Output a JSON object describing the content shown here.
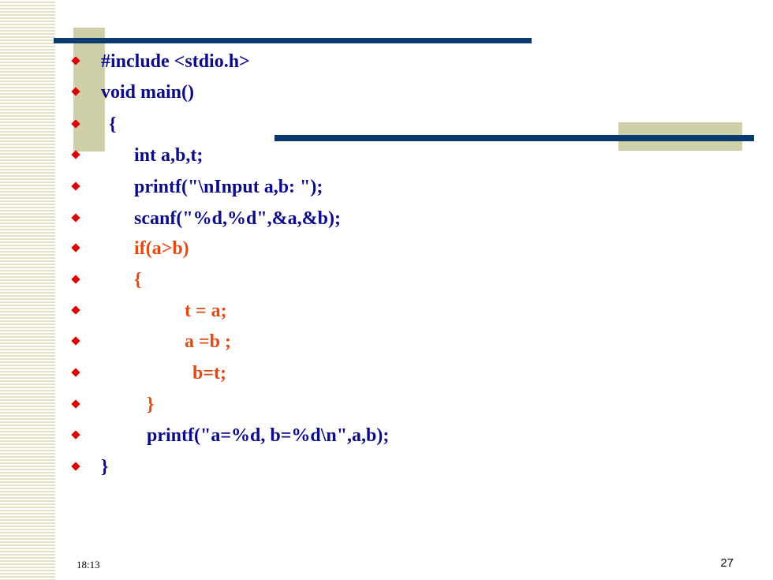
{
  "slide": {
    "code_lines": [
      {
        "text": "#include <stdio.h>",
        "color": "#0b0b8a"
      },
      {
        "text": "void main()",
        "color": "#0b0b8a"
      },
      {
        "text": "{",
        "color": "#0b0b8a"
      },
      {
        "text": "int a,b,t;",
        "color": "#0b0b8a"
      },
      {
        "text": "printf(\"\\nInput a,b: \");",
        "color": "#0b0b8a"
      },
      {
        "text": "scanf(\"%d,%d\",&a,&b);",
        "color": "#0b0b8a"
      },
      {
        "text": "if(a>b)",
        "color": "#e24a12"
      },
      {
        "text": "{",
        "color": "#e24a12"
      },
      {
        "text": "t = a;",
        "color": "#e24a12"
      },
      {
        "text": "a =b ;",
        "color": "#e24a12"
      },
      {
        "text": "b=t;",
        "color": "#e24a12"
      },
      {
        "text": "}",
        "color": "#e24a12"
      },
      {
        "text": "printf(\"a=%d, b=%d\\n\",a,b);",
        "color": "#0b0b8a"
      },
      {
        "text": "}",
        "color": "#0b0b8a"
      }
    ],
    "footer": {
      "time": "18:13",
      "page_number": "27"
    },
    "colors": {
      "bullet": "#e00000",
      "code_blue": "#0b0b8a",
      "code_orange": "#e24a12",
      "accent_bar": "#0a3a6e",
      "khaki": "#cfcfa8"
    }
  }
}
